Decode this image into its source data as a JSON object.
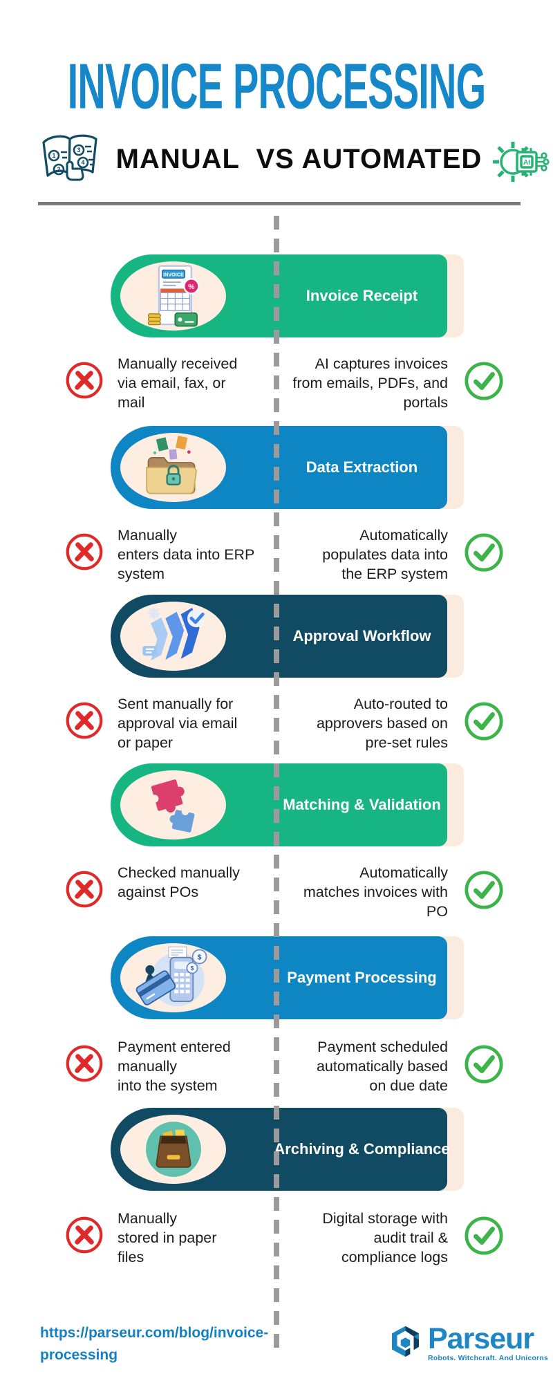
{
  "header": {
    "title": "INVOICE PROCESSING",
    "subtitle": "MANUAL  VS AUTOMATED",
    "left_icon": "catalog-numbers-icon",
    "right_icon": "ai-gear-icon"
  },
  "colors": {
    "title_blue": "#1687c9",
    "green_pill": "#17b582",
    "blue_pill": "#0e86c4",
    "navy_pill": "#114a63",
    "shadow_peach": "#fbeade",
    "oval_cream": "#fdeee1",
    "cross_red": "#e02a2a",
    "check_green": "#3cb44a",
    "rule_gray": "#7b7b7b",
    "dash_gray": "#9b9b9b",
    "link_blue": "#1480c4",
    "brand_blue": "#1e86c4"
  },
  "sections": [
    {
      "title": "Invoice Receipt",
      "color": "#17b582",
      "icon": "invoice-document-illustration",
      "manual": [
        "Manually received",
        "via email, fax, or",
        "mail"
      ],
      "automated": [
        "AI captures invoices",
        "from emails, PDFs, and",
        "portals"
      ]
    },
    {
      "title": "Data Extraction",
      "color": "#0e86c4",
      "icon": "folder-documents-illustration",
      "manual": [
        "Manually",
        "enters data into ERP",
        "system"
      ],
      "automated": [
        "Automatically",
        "populates data into",
        "the ERP system"
      ]
    },
    {
      "title": "Approval Workflow",
      "color": "#114a63",
      "icon": "workflow-arrows-illustration",
      "manual": [
        "Sent manually for",
        "approval via email",
        "or paper"
      ],
      "automated": [
        "Auto-routed to",
        "approvers based on",
        "pre-set rules"
      ]
    },
    {
      "title": "Matching & Validation",
      "color": "#17b582",
      "icon": "puzzle-pieces-illustration",
      "manual": [
        "Checked manually",
        "against POs"
      ],
      "automated": [
        "Automatically",
        "matches invoices with",
        "PO"
      ]
    },
    {
      "title": "Payment Processing",
      "color": "#0e86c4",
      "icon": "payment-terminal-illustration",
      "manual": [
        "Payment entered",
        "manually",
        "into the system"
      ],
      "automated": [
        "Payment scheduled",
        "automatically based",
        "on due date"
      ]
    },
    {
      "title": "Archiving & Compliance",
      "color": "#114a63",
      "icon": "archive-box-illustration",
      "manual": [
        "Manually",
        "stored in paper",
        "files"
      ],
      "automated": [
        "Digital storage with",
        "audit trail &",
        "compliance logs"
      ]
    }
  ],
  "badges": {
    "manual": "cross-icon",
    "automated": "check-icon"
  },
  "footer": {
    "link_line1": "https://parseur.com/blog/invoice-",
    "link_line2": "processing",
    "brand": "Parseur",
    "tagline": "Robots. Witchcraft. And Unicorns"
  }
}
